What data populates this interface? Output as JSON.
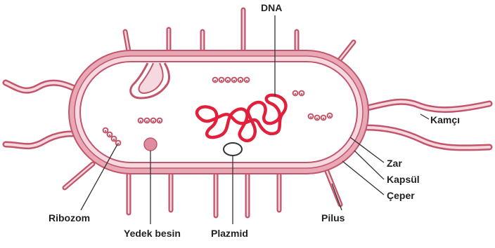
{
  "labels": {
    "dna": "DNA",
    "flagellum": "Kamçı",
    "membrane": "Zar",
    "capsule": "Kapsül",
    "cell_wall": "Çeper",
    "pilus": "Pilus",
    "ribosome": "Ribozom",
    "food_reserve": "Yedek besin",
    "plasmid": "Plazmid"
  },
  "colors": {
    "outer": "#c2556a",
    "capsule_fill": "#e9a8b6",
    "wall_fill": "#f6d9e0",
    "membrane": "#c2556a",
    "dna": "#e2203b",
    "reserve_fill": "#dd8d9f",
    "leader": "#333333",
    "text": "#222222"
  }
}
